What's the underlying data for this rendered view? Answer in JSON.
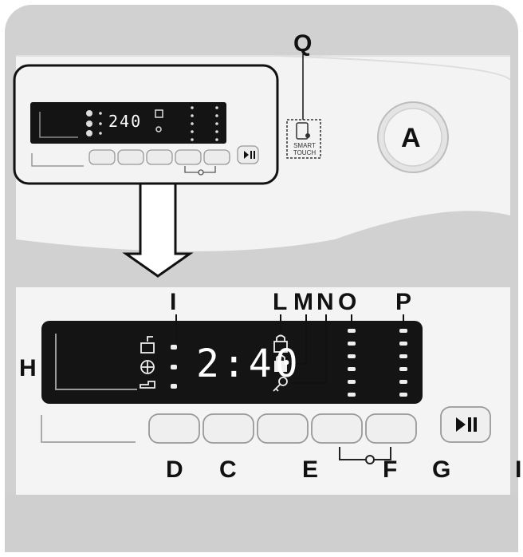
{
  "top_panel": {
    "display_time": "240",
    "smart_touch_text": [
      "SMART",
      "TOUCH"
    ],
    "knob_label": "A",
    "callout_label": "Q"
  },
  "zoom_panel": {
    "display_time": "2:40",
    "labels": {
      "I": "I",
      "L": "L",
      "M": "M",
      "N": "N",
      "O": "O",
      "P": "P",
      "H": "H",
      "D": "D",
      "C": "C",
      "E": "E",
      "F": "F",
      "G": "G",
      "edge": "I"
    }
  },
  "icons": [
    "tap-icon",
    "stain-icon",
    "dry-icon",
    "lock-icon",
    "child-lock-icon",
    "key-icon",
    "play-pause-icon",
    "hand-touch-icon"
  ]
}
